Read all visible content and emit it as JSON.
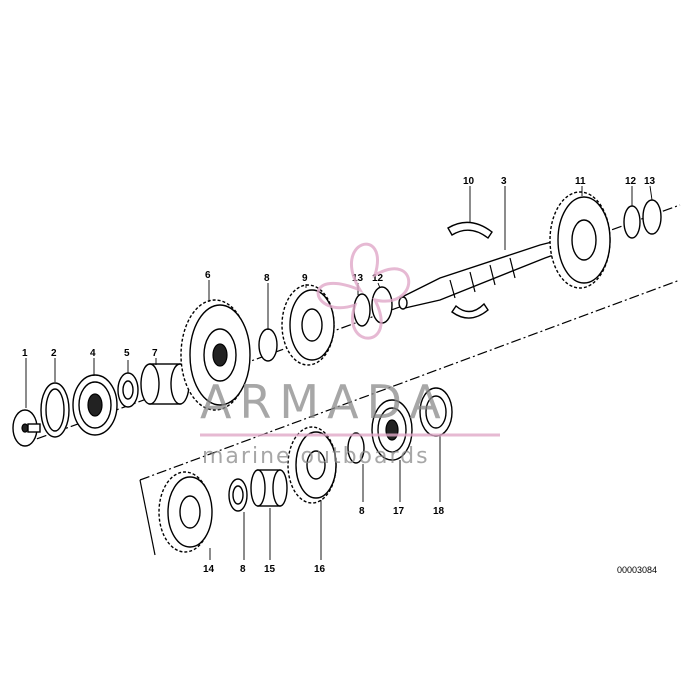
{
  "diagram": {
    "reference_number": "00003084",
    "callouts": [
      "1",
      "2",
      "4",
      "5",
      "7",
      "6",
      "8",
      "9",
      "13",
      "12",
      "10",
      "3",
      "11",
      "12",
      "13",
      "14",
      "8",
      "15",
      "16",
      "8",
      "17",
      "18"
    ]
  },
  "watermark": {
    "brand": "ARMADA",
    "tagline": "marine outboards",
    "color": "#e0a8c8"
  }
}
